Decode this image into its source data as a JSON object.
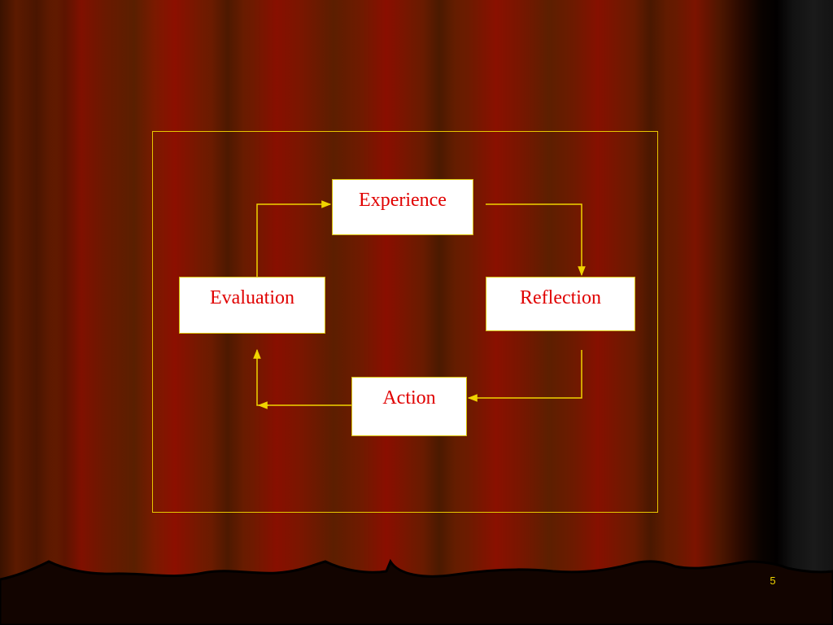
{
  "slide": {
    "page_number": "5"
  },
  "diagram": {
    "nodes": {
      "experience": "Experience",
      "reflection": "Reflection",
      "action": "Action",
      "evaluation": "Evaluation"
    }
  },
  "colors": {
    "node_text": "#e00000",
    "node_fill": "#ffffff",
    "arrow": "#f0d400",
    "frame": "#e8c800",
    "page_number": "#f0d400"
  }
}
